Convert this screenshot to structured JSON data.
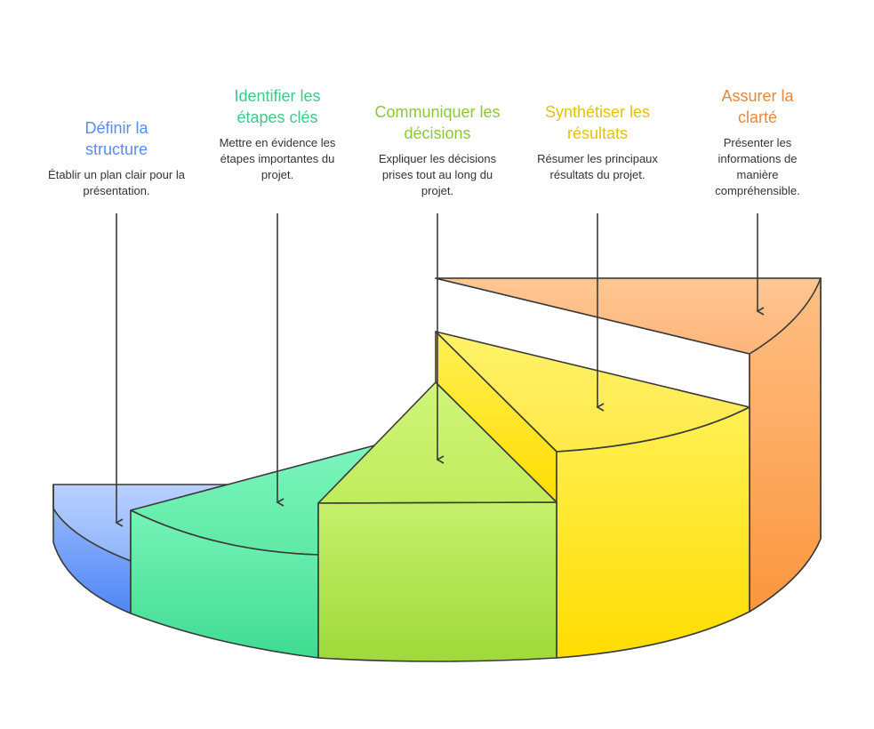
{
  "colors": {
    "blue": "#5A8DEE",
    "green": "#3CC98B",
    "lime": "#8CC63F",
    "yellow": "#E3C20E",
    "orange": "#E8873A",
    "outline": "#3a3a3a"
  },
  "steps": [
    {
      "title": "Définir la structure",
      "description": "Établir un plan clair pour la présentation.",
      "color": "#5A8DEE"
    },
    {
      "title": "Identifier les étapes clés",
      "description": "Mettre en évidence les étapes importantes du projet.",
      "color": "#3CC98B"
    },
    {
      "title": "Communiquer les décisions",
      "description": "Expliquer les décisions prises tout au long du projet.",
      "color": "#8CC63F"
    },
    {
      "title": "Synthétiser les résultats",
      "description": "Résumer les principaux résultats du projet.",
      "color": "#E3C20E"
    },
    {
      "title": "Assurer la clarté",
      "description": "Présenter les informations de manière compréhensible.",
      "color": "#E8873A"
    }
  ]
}
